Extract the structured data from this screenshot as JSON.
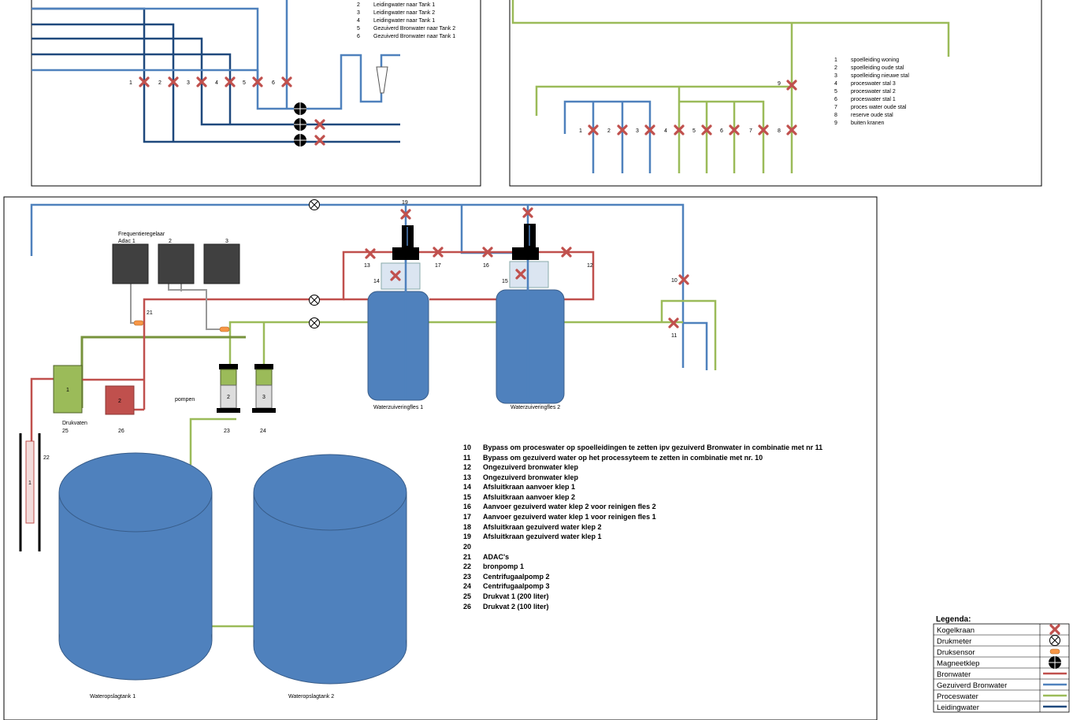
{
  "colors": {
    "bronwater": "#c0504d",
    "gezuiverd": "#4f81bd",
    "proces": "#9bbb59",
    "leiding": "#1f497d"
  },
  "panel_a": {
    "valve_numbers": [
      "1",
      "2",
      "3",
      "4",
      "5",
      "6"
    ],
    "legend": [
      {
        "num": "2",
        "text": "Leidingwater naar Tank 1"
      },
      {
        "num": "3",
        "text": "Leidingwater naar Tank 2"
      },
      {
        "num": "4",
        "text": "Leidingwater naar Tank 1"
      },
      {
        "num": "5",
        "text": "Gezuiverd Bronwater naar Tank 2"
      },
      {
        "num": "6",
        "text": "Gezuiverd Bronwater naar Tank 1"
      }
    ]
  },
  "panel_b": {
    "valve_numbers": [
      "1",
      "2",
      "3",
      "4",
      "5",
      "6",
      "7",
      "8"
    ],
    "bypass_number": "9",
    "legend": [
      {
        "num": "1",
        "text": "spoelleiding woning"
      },
      {
        "num": "2",
        "text": "spoelleiding oude stal"
      },
      {
        "num": "3",
        "text": "spoelleiding nieuwe stal"
      },
      {
        "num": "4",
        "text": "proceswater stal 3"
      },
      {
        "num": "5",
        "text": "proceswater stal 2"
      },
      {
        "num": "6",
        "text": "proceswater stal 1"
      },
      {
        "num": "7",
        "text": "proces water oude stal"
      },
      {
        "num": "8",
        "text": "reserve oude stal"
      },
      {
        "num": "9",
        "text": "buiten kranen"
      }
    ]
  },
  "panel_c": {
    "freq_title": "Frequentieregelaar",
    "adac_labels": [
      "Adac 1",
      "2",
      "3"
    ],
    "num_19": "19",
    "num_13": "13",
    "num_17": "17",
    "num_16": "16",
    "num_12": "12",
    "num_14": "14",
    "num_15": "15",
    "num_10": "10",
    "num_11": "11",
    "num_21": "21",
    "num_22": "22",
    "drukvat1": "1",
    "drukvat2": "2",
    "drukvaten_label": "Drukvaten",
    "num_25": "25",
    "num_26": "26",
    "pompen_label": "pompen",
    "pump2": "2",
    "pump3": "3",
    "num_23": "23",
    "num_24": "24",
    "bronpomp": "1",
    "fles1": "Waterzuiveringfles 1",
    "fles2": "Waterzuiveringfles 2",
    "tank1": "Wateropslagtank 1",
    "tank2": "Wateropslagtank 2",
    "legend": [
      {
        "num": "10",
        "text": "Bypass om proceswater op spoelleidingen te zetten ipv gezuiverd Bronwater in combinatie met nr 11"
      },
      {
        "num": "11",
        "text": "Bypass om gezuiverd water op het processyteem te zetten in combinatie met nr. 10"
      },
      {
        "num": "12",
        "text": "Ongezuiverd bronwater klep"
      },
      {
        "num": "13",
        "text": "Ongezuiverd bronwater klep"
      },
      {
        "num": "14",
        "text": "Afsluitkraan aanvoer klep 1"
      },
      {
        "num": "15",
        "text": "Afsluitkraan aanvoer klep 2"
      },
      {
        "num": "16",
        "text": "Aanvoer gezuiverd water klep 2 voor reinigen fles 2"
      },
      {
        "num": "17",
        "text": "Aanvoer gezuiverd water klep 1 voor reinigen fles 1"
      },
      {
        "num": "18",
        "text": "Afsluitkraan gezuiverd water klep 2"
      },
      {
        "num": "19",
        "text": "Afsluitkraan gezuiverd water klep 1"
      },
      {
        "num": "20",
        "text": ""
      },
      {
        "num": "21",
        "text": "ADAC's"
      },
      {
        "num": "22",
        "text": "bronpomp 1"
      },
      {
        "num": "23",
        "text": "Centrifugaalpomp 2"
      },
      {
        "num": "24",
        "text": "Centrifugaalpomp 3"
      },
      {
        "num": "25",
        "text": "Drukvat 1 (200 liter)"
      },
      {
        "num": "26",
        "text": "Drukvat 2 (100 liter)"
      }
    ]
  },
  "legenda": {
    "title": "Legenda:",
    "items": [
      {
        "label": "Kogelkraan",
        "icon": "ball-valve-icon"
      },
      {
        "label": "Drukmeter",
        "icon": "pressure-gauge-icon"
      },
      {
        "label": "Druksensor",
        "icon": "pressure-sensor-icon"
      },
      {
        "label": "Magneetklep",
        "icon": "solenoid-valve-icon"
      },
      {
        "label": "Bronwater",
        "icon": "bronwater-line"
      },
      {
        "label": "Gezuiverd Bronwater",
        "icon": "gezuiverd-line"
      },
      {
        "label": "Proceswater",
        "icon": "proceswater-line"
      },
      {
        "label": "Leidingwater",
        "icon": "leidingwater-line"
      }
    ]
  }
}
